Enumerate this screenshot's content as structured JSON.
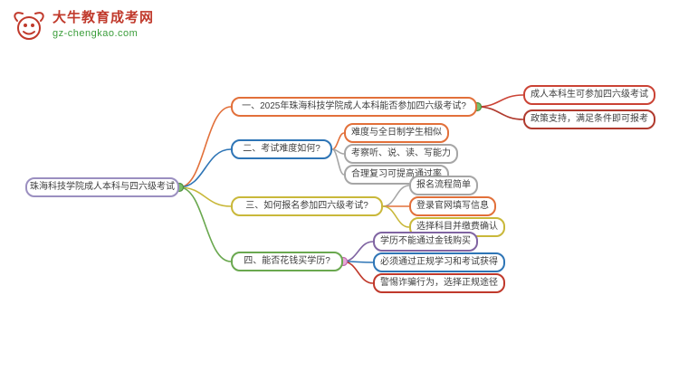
{
  "logo": {
    "title": "大牛教育成考网",
    "subtitle": "gz-chengkao.com",
    "brand_color": "#c0392b",
    "subtitle_color": "#3a9d3a"
  },
  "root": {
    "label": "珠海科技学院成人本科与四六级考试",
    "color": "#9b8fc0"
  },
  "branches": [
    {
      "label": "一、2025年珠海科技学院成人本科能否参加四六级考试?",
      "color": "#e2703a",
      "children": [
        {
          "label": "成人本科生可参加四六级考试",
          "color": "#cb4335"
        },
        {
          "label": "政策支持，满足条件即可报考",
          "color": "#b03a2e"
        }
      ]
    },
    {
      "label": "二、考试难度如何?",
      "color": "#2e75b6",
      "children": [
        {
          "label": "难度与全日制学生相似",
          "color": "#e2703a"
        },
        {
          "label": "考察听、说、读、写能力",
          "color": "#a6a6a6"
        },
        {
          "label": "合理复习可提高通过率",
          "color": "#a6a6a6"
        }
      ]
    },
    {
      "label": "三、如何报名参加四六级考试?",
      "color": "#c9b83a",
      "children": [
        {
          "label": "报名流程简单",
          "color": "#a6a6a6"
        },
        {
          "label": "登录官网填写信息",
          "color": "#e2703a"
        },
        {
          "label": "选择科目并缴费确认",
          "color": "#c9b83a"
        }
      ]
    },
    {
      "label": "四、能否花钱买学历?",
      "color": "#6aa84f",
      "children": [
        {
          "label": "学历不能通过金钱购买",
          "color": "#8064a2"
        },
        {
          "label": "必须通过正规学习和考试获得",
          "color": "#2e75b6"
        },
        {
          "label": "警惕诈骗行为，选择正规途径",
          "color": "#c0392b"
        }
      ]
    }
  ],
  "accents": {
    "junction_green": "#7bbf6a",
    "junction_green_stroke": "#4e8f3d",
    "junction_pink": "#e8a7d8",
    "junction_pink_stroke": "#c06ab0"
  }
}
